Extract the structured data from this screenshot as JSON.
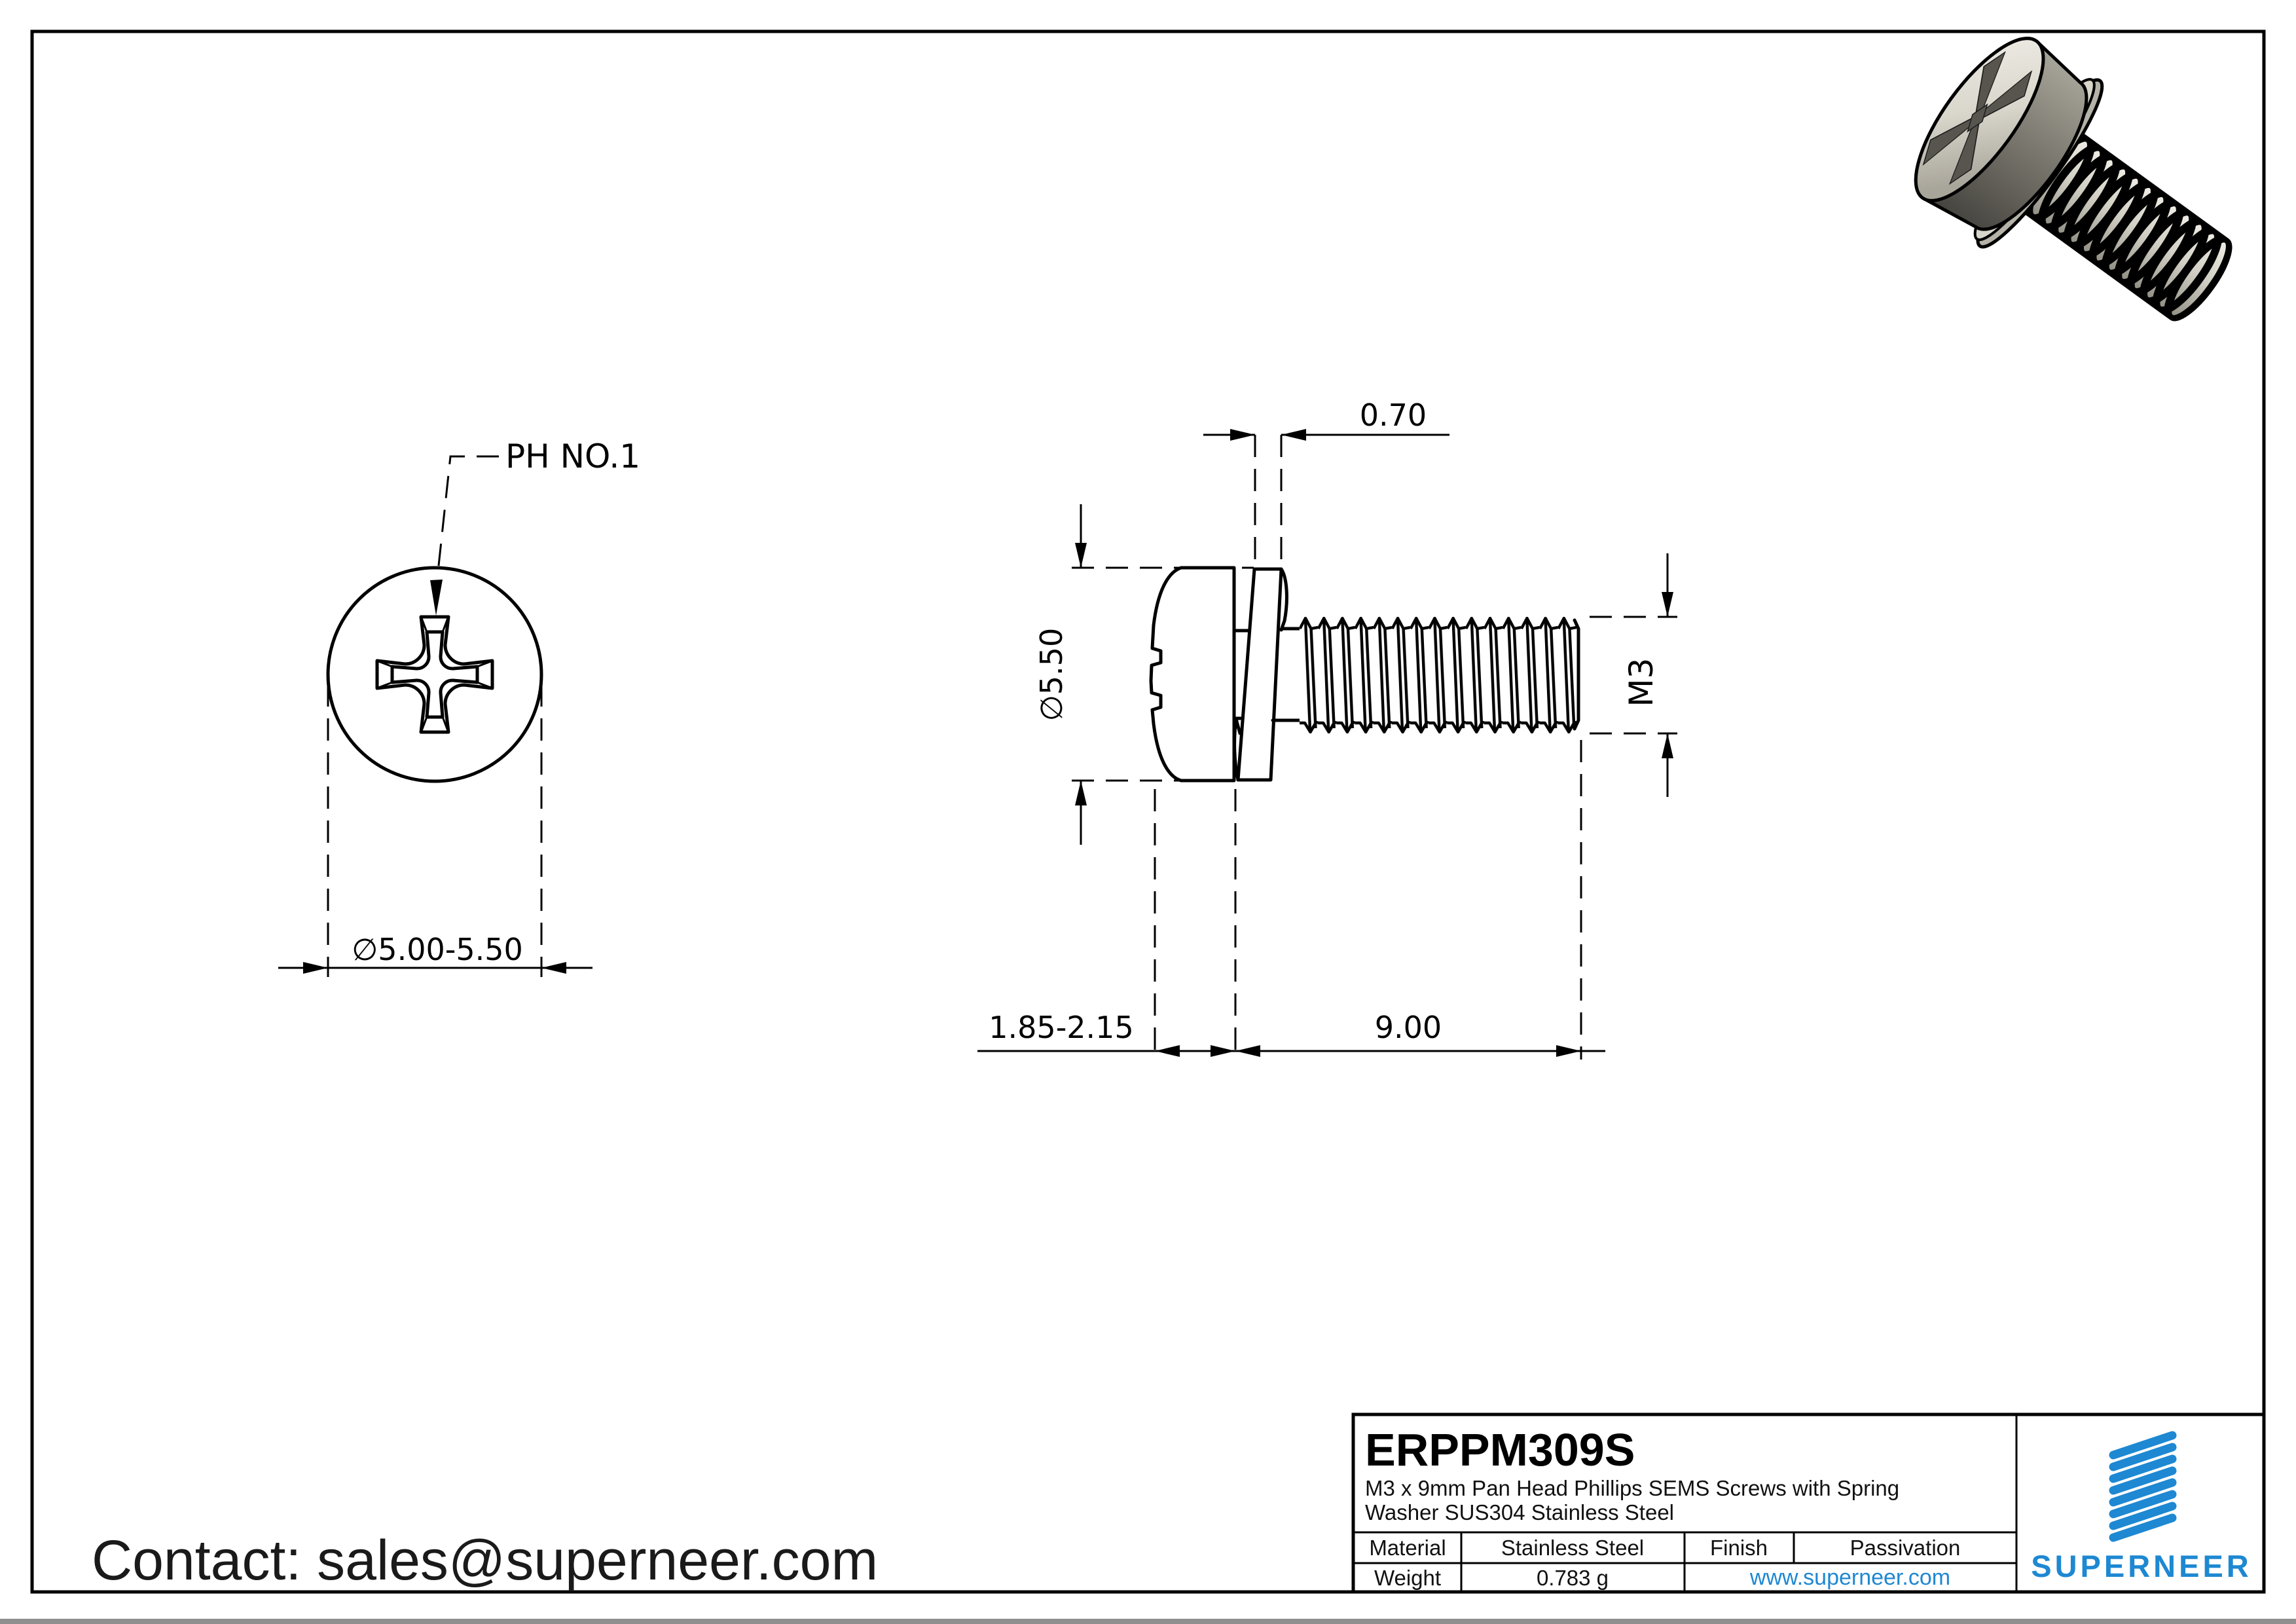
{
  "page": {
    "contact": "Contact: sales@superneer.com"
  },
  "front_view": {
    "recess_label": "PH NO.1",
    "head_dia": "∅5.00-5.50"
  },
  "side_view": {
    "washer_thick": "0.70",
    "head_dia": "∅5.50",
    "thread": "M3",
    "head_height": "1.85-2.15",
    "length": "9.00"
  },
  "title_block": {
    "part_number": "ERPPM309S",
    "desc1": "M3 x 9mm Pan Head Phillips SEMS Screws with Spring",
    "desc2": "Washer SUS304 Stainless Steel",
    "material_label": "Material",
    "material": "Stainless Steel",
    "finish_label": "Finish",
    "finish": "Passivation",
    "weight_label": "Weight",
    "weight": "0.783 g",
    "website": "www.superneer.com",
    "brand": "SUPERNEER"
  },
  "colors": {
    "accent": "#1e88d2",
    "line": "#000000"
  }
}
